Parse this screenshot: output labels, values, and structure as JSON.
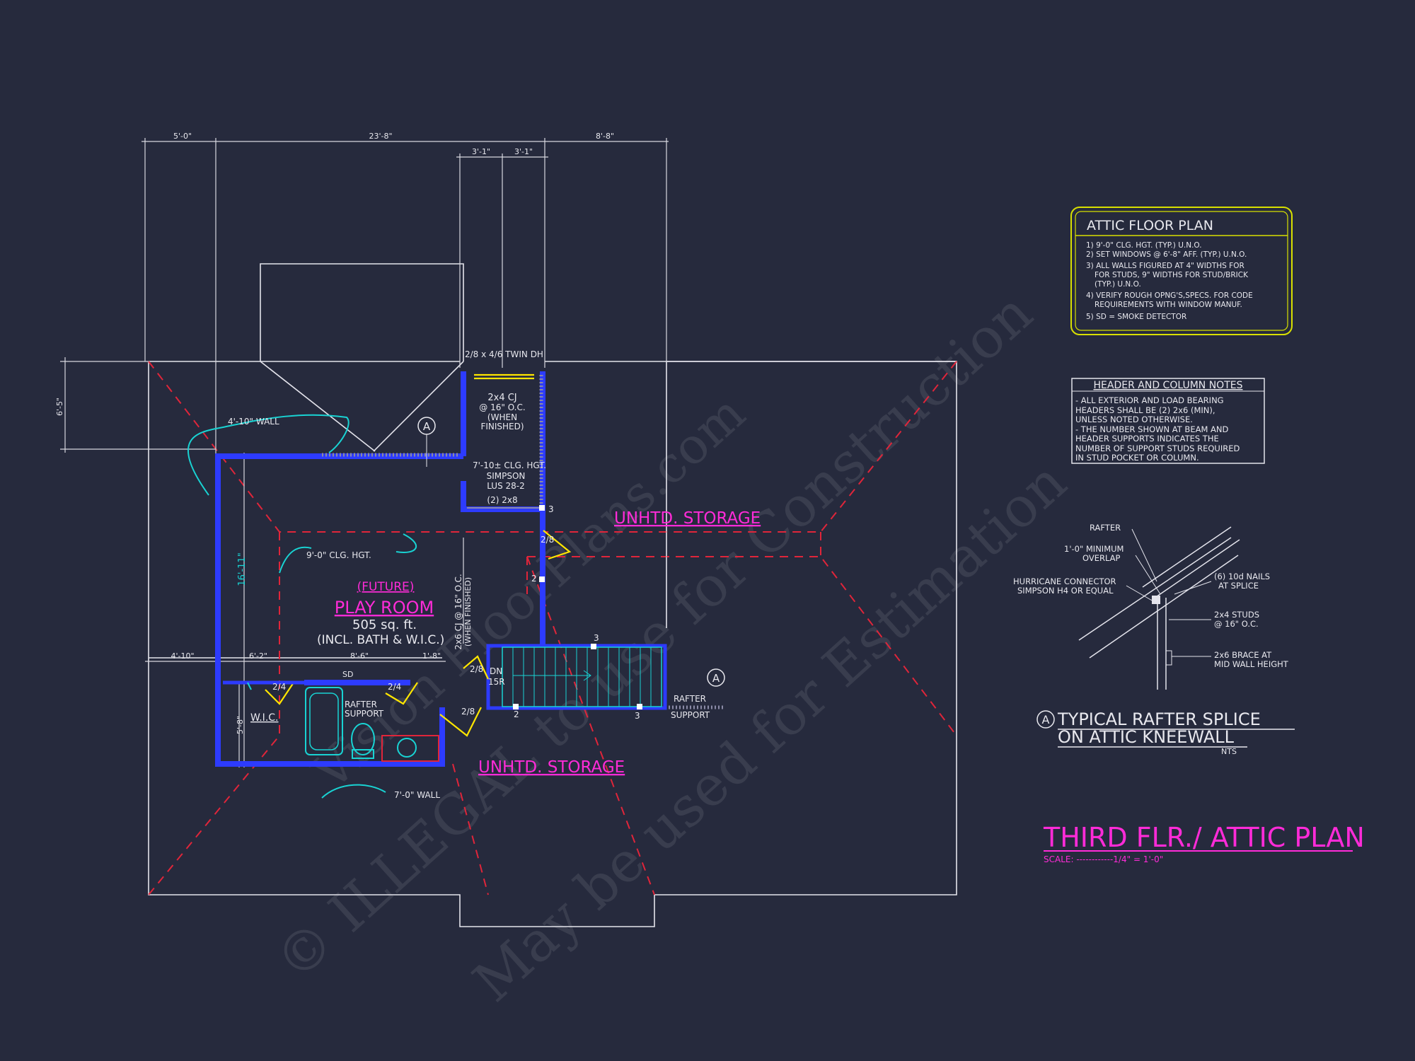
{
  "dimensions": {
    "d_5_0": "5'-0\"",
    "d_23_8": "23'-8\"",
    "d_3_1a": "3'-1\"",
    "d_3_1b": "3'-1\"",
    "d_8_8": "8'-8\"",
    "d_6_5": "6'-5\"",
    "d_16_11": "16'-11\"",
    "d_4_10": "4'-10\"",
    "d_6_2": "6'-2\"",
    "d_8_6": "8'-6\"",
    "d_1_8": "1'-8\"",
    "d_5_8": "5'-8\""
  },
  "labels": {
    "window": "2/8 x 4/6 TWIN DH",
    "cj": [
      "2x4 CJ",
      "@ 16\" O.C.",
      "(WHEN",
      "FINISHED)"
    ],
    "clg_7_10": "7'-10± CLG. HGT.",
    "simpson": [
      "SIMPSON",
      "LUS 28-2"
    ],
    "two_2x8": "(2) 2x8",
    "wall_4_10": "4'-10\" WALL",
    "clg_9_0": "9'-0\" CLG. HGT.",
    "future": "(FUTURE)",
    "play_room": "PLAY ROOM",
    "sqft": "505 sq. ft.",
    "incl": "(INCL. BATH & W.I.C.)",
    "cj_2x6": "2x6 CJ @ 16\" O.C.",
    "when_finished": "(WHEN FINISHED)",
    "unhtd_1": "UNHTD. STORAGE",
    "unhtd_2": "UNHTD. STORAGE",
    "door_2_8a": "2/8",
    "door_2_8b": "2/8",
    "door_2_8c": "2/8",
    "door_2_4a": "2/4",
    "door_2_4b": "2/4",
    "dn": "DN",
    "risers": "15R",
    "sd": "SD",
    "wic": "W.I.C.",
    "rafter_support_1": [
      "RAFTER",
      "SUPPORT"
    ],
    "rafter_support_2": [
      "RAFTER",
      "SUPPORT"
    ],
    "wall_7_0": "7'-0\" WALL",
    "n2a": "2",
    "n2b": "2",
    "n3a": "3",
    "n3b": "3",
    "n3c": "3",
    "sectionA": "A"
  },
  "attic_notes": {
    "title": "ATTIC FLOOR PLAN",
    "lines": [
      "1) 9'-0\" CLG. HGT. (TYP.) U.N.O.",
      "2) SET WINDOWS @ 6'-8\" AFF. (TYP.) U.N.O.",
      "3) ALL WALLS FIGURED AT 4\" WIDTHS FOR",
      "FOR STUDS, 9\" WIDTHS FOR STUD/BRICK",
      "(TYP.) U.N.O.",
      "4) VERIFY ROUGH OPNG'S,SPECS. FOR CODE",
      "REQUIREMENTS WITH WINDOW MANUF.",
      "5) SD = SMOKE DETECTOR"
    ]
  },
  "header_notes": {
    "title": "HEADER AND COLUMN NOTES",
    "lines": [
      "- ALL EXTERIOR AND LOAD BEARING",
      "HEADERS SHALL BE (2) 2x6 (MIN),",
      "UNLESS NOTED OTHERWISE.",
      "- THE NUMBER SHOWN AT BEAM AND",
      "HEADER SUPPORTS INDICATES THE",
      "NUMBER OF SUPPORT STUDS REQUIRED",
      "IN STUD POCKET OR COLUMN."
    ]
  },
  "detail": {
    "rafter": "RAFTER",
    "overlap": [
      "1'-0\" MINIMUM",
      "OVERLAP"
    ],
    "hurricane": [
      "HURRICANE CONNECTOR",
      "SIMPSON H4 OR EQUAL"
    ],
    "nails": [
      "(6) 10d NAILS",
      "AT SPLICE"
    ],
    "studs": [
      "2x4 STUDS",
      "@ 16\" O.C."
    ],
    "brace": [
      "2x6 BRACE AT",
      "MID WALL HEIGHT"
    ],
    "marker": "A",
    "title_1": "TYPICAL RAFTER SPLICE",
    "title_2": "ON ATTIC KNEEWALL",
    "nts": "NTS"
  },
  "plan_title": "THIRD FLR./ ATTIC PLAN",
  "scale": "SCALE: ------------1/4\" = 1'-0\"",
  "watermark": {
    "line1": "© ILLEGAL to use for Construction",
    "line2": "May be used for Estimation",
    "line3": "Vision FloorPlans.com"
  },
  "colors": {
    "background": "#262a3d",
    "wall": "#2d3bff",
    "magenta": "#ff2bd8",
    "cyan": "#19d3d3",
    "yellow": "#ffe600",
    "red": "#e0253a"
  }
}
